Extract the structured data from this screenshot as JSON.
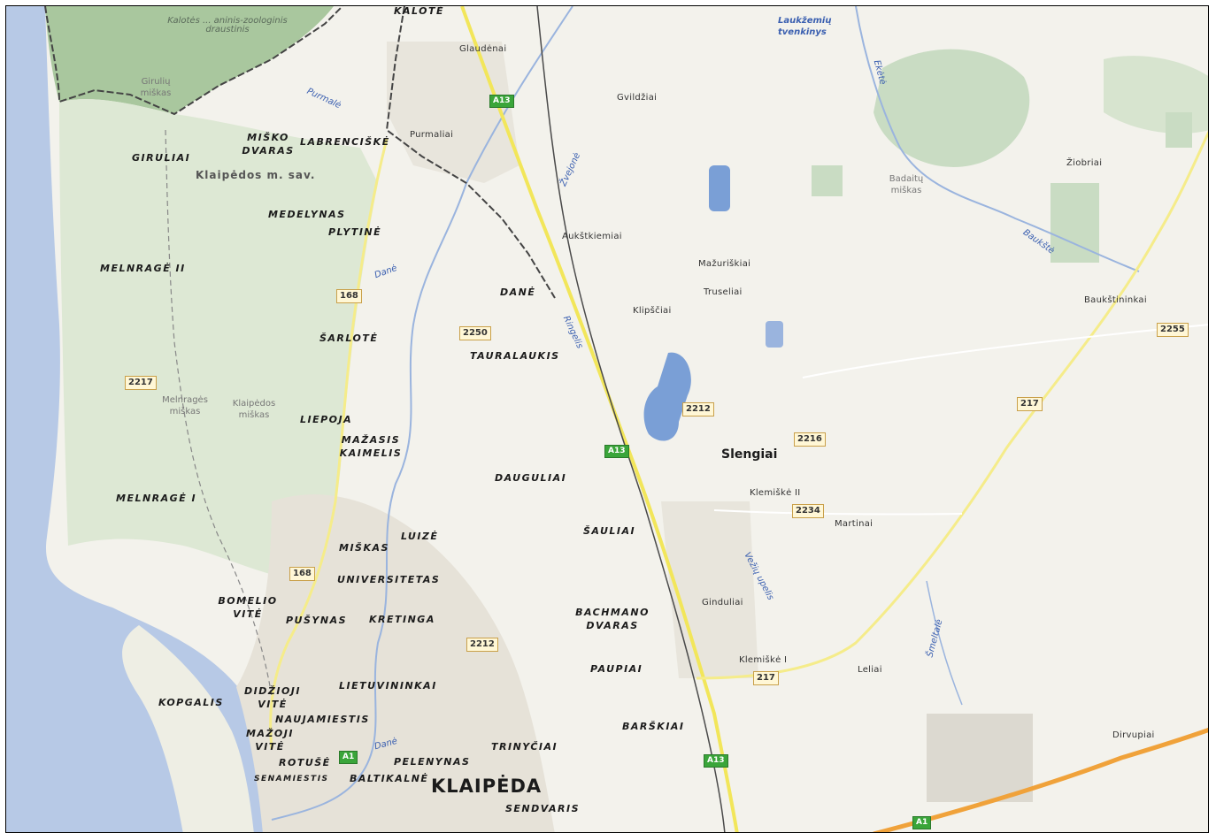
{
  "map": {
    "labels": {
      "kalote": "KALOTĖ",
      "glaudenai": "Glaudėnai",
      "purmaliai": "Purmaliai",
      "gvildziai": "Gvildžiai",
      "zvejone": "Žvejonė",
      "aukstkiemiai": "Aukštkiemiai",
      "mazuriskiai": "Mažuriškiai",
      "truseliai": "Truseliai",
      "klipsciai": "Klipščiai",
      "ziobriai": "Žiobriai",
      "baukstininkai": "Baukštininkai",
      "girulai": "GIRULIAI",
      "misko_dvaras": "MIŠKO DVARAS",
      "labrenciske": "LABRENCIŠKĖ",
      "medelynas": "MEDELYNAS",
      "plytine": "PLYTINĖ",
      "melnrage2": "MELNRAGĖ II",
      "dane_dist": "DANĖ",
      "sarlote": "ŠARLOTĖ",
      "tauralaukis": "TAURALAUKIS",
      "liepoja": "LIEPOJA",
      "mazasis_kaimelis": "MAŽASIS KAIMELIS",
      "dauguliai": "DAUGULIAI",
      "melnrage1": "MELNRAGĖ I",
      "sauliai": "ŠAULIAI",
      "luize": "LUIZĖ",
      "miskas": "MIŠKAS",
      "universitetas": "UNIVERSITETAS",
      "bomelio_vite": "BOMELIO VITĖ",
      "pusynas": "PUŠYNAS",
      "kretinga": "KRETINGA",
      "bachmano_dvaras": "BACHMANO DVARAS",
      "paupiai": "PAUPIAI",
      "kopgalis": "KOPGALIS",
      "didzioji_vite": "DIDŽIOJI VITĖ",
      "lietuvininkai": "LIETUVININKAI",
      "naujamiestis": "NAUJAMIESTIS",
      "mazoji_vite": "MAŽOJI VITĖ",
      "rotuse": "ROTUŠĖ",
      "pelenynas": "PELENYNAS",
      "trinyciai": "TRINYČIAI",
      "barskiai": "BARŠKIAI",
      "senamiestis": "SENAMIESTIS",
      "baltikalne": "BALTIKALNĖ",
      "klaipeda": "KLAIPĖDA",
      "sendvaris": "SENDVARIS",
      "slengiai": "Slengiai",
      "klemiske2": "Klemiškė II",
      "martinai": "Martinai",
      "gindulai": "Ginduliai",
      "klemiske1": "Klemiškė I",
      "leliai": "Leliai",
      "dirvupiai": "Dirvupiai",
      "klaipedos_sav": "Klaipėdos m. sav.",
      "laukzemiu": "Laukžemių tvenkinys",
      "purmale": "Purmalė",
      "dane_river1": "Danė",
      "dane_river2": "Danė",
      "ekete": "Ekėtė",
      "baukste": "Baukštė",
      "ringelis": "Ringelis",
      "veziu_upelis": "Vežių upelis",
      "smeltale": "Šmeltalė",
      "reserve": "Kalotės ... aninis-zoologinis draustinis",
      "giruliu_miskas": "Girulių miškas",
      "badaitu_miskas": "Badaitų miškas",
      "melnrages_miskas": "Melnragės miškas",
      "klaipedos_miskas": "Klaipėdos miškas"
    },
    "shields": {
      "a13_top": "A13",
      "a13_mid": "A13",
      "a13_bot": "A13",
      "r168_a": "168",
      "r168_b": "168",
      "r2217": "2217",
      "r2250": "2250",
      "r2212_a": "2212",
      "r2212_b": "2212",
      "r2216": "2216",
      "r2234": "2234",
      "r217_a": "217",
      "r217_b": "217",
      "r2255": "2255",
      "a1_a": "A1",
      "a1_b": "A1"
    },
    "colors": {
      "sea": "#b7c9e6",
      "land": "#f3f2ec",
      "forest": "#c9dcc3",
      "nature_reserve": "#a9c79e",
      "urban": "#e6e2d8",
      "highway": "#f2e65a",
      "motorway": "#f0a23a",
      "railway": "#4a4a4a",
      "water": "#7a9fd6"
    }
  }
}
